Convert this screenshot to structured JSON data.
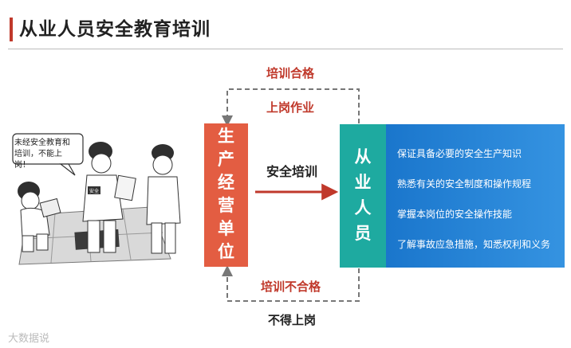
{
  "title": "从业人员安全教育培训",
  "loop": {
    "top_label_1": "培训合格",
    "top_label_2": "上岗作业",
    "bottom_label_1": "培训不合格",
    "bottom_label_2": "不得上岗"
  },
  "unit_chars": [
    "生",
    "产",
    "经",
    "营",
    "单",
    "位"
  ],
  "arrow_label": "安全培训",
  "worker_chars": [
    "从",
    "业",
    "人",
    "员"
  ],
  "requirements": [
    "保证具备必要的安全生产知识",
    "熟悉有关的安全制度和操作规程",
    "掌握本岗位的安全操作技能",
    "了解事故应急措施，知悉权利和义务"
  ],
  "cartoon": {
    "bubble_line_1": "未经安全教育和",
    "bubble_line_2": "培训，不能上岗！",
    "badge_text": "安全"
  },
  "watermark": "大数据说",
  "colors": {
    "accent_red": "#c0392b",
    "unit_box": "#e35d42",
    "worker_box": "#1eaaa0",
    "panel_blue": "#2a85d8",
    "loop_gray": "#777777"
  }
}
